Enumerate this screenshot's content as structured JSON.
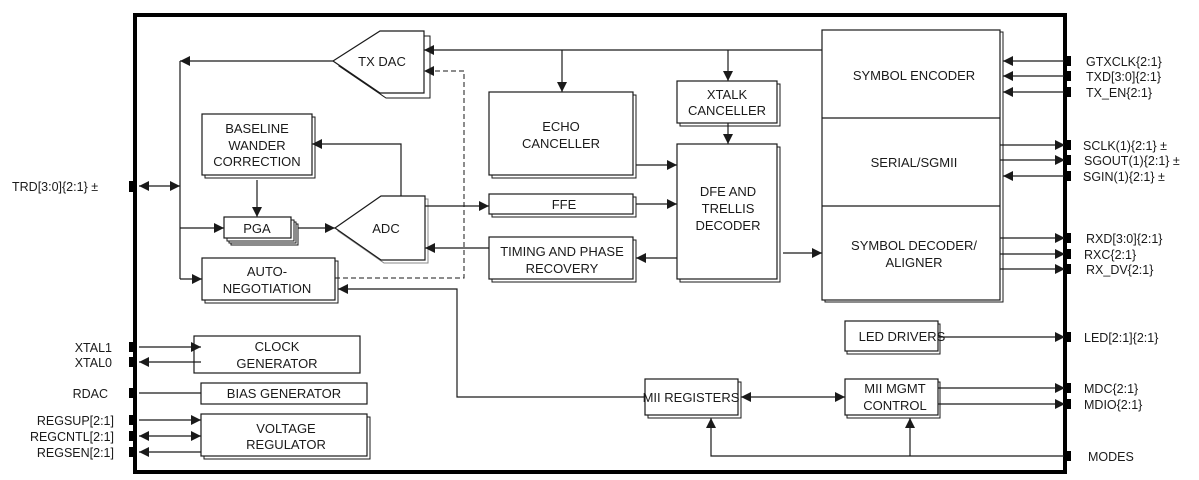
{
  "diagram": {
    "type": "block-diagram",
    "blocks": {
      "tx_dac": "TX DAC",
      "adc": "ADC",
      "baseline_wander": [
        "BASELINE",
        "WANDER",
        "CORRECTION"
      ],
      "pga": "PGA",
      "auto_negotiation": [
        "AUTO-",
        "NEGOTIATION"
      ],
      "echo_canceller": [
        "ECHO",
        "CANCELLER"
      ],
      "xtalk_canceller": [
        "XTALK",
        "CANCELLER"
      ],
      "ffe": "FFE",
      "timing_phase": [
        "TIMING AND PHASE",
        "RECOVERY"
      ],
      "dfe_trellis": [
        "DFE AND",
        "TRELLIS",
        "DECODER"
      ],
      "symbol_encoder": "SYMBOL ENCODER",
      "serial_sgmii": "SERIAL/SGMII",
      "symbol_decoder": [
        "SYMBOL DECODER/",
        "ALIGNER"
      ],
      "led_drivers": "LED DRIVERS",
      "clock_generator": [
        "CLOCK",
        "GENERATOR"
      ],
      "bias_generator": "BIAS GENERATOR",
      "voltage_regulator": [
        "VOLTAGE",
        "REGULATOR"
      ],
      "mii_registers": "MII REGISTERS",
      "mii_mgmt": [
        "MII MGMT",
        "CONTROL"
      ]
    },
    "left_pins": {
      "trd": "TRD[3:0]{2:1} ±",
      "xtal1": "XTAL1",
      "xtal0": "XTAL0",
      "rdac": "RDAC",
      "regsup": "REGSUP[2:1]",
      "regcntl": "REGCNTL[2:1]",
      "regsen": "REGSEN[2:1]"
    },
    "right_pins": {
      "gtxclk": "GTXCLK{2:1}",
      "txd": "TXD[3:0]{2:1}",
      "tx_en": "TX_EN{2:1}",
      "sclk": "SCLK(1){2:1} ±",
      "sgout": "SGOUT(1){2:1} ±",
      "sgin": "SGIN(1){2:1} ±",
      "rxd": "RXD[3:0]{2:1}",
      "rxc": "RXC{2:1}",
      "rx_dv": "RX_DV{2:1}",
      "led": "LED[2:1]{2:1}",
      "mdc": "MDC{2:1}",
      "mdio": "MDIO{2:1}",
      "modes": "MODES"
    }
  }
}
